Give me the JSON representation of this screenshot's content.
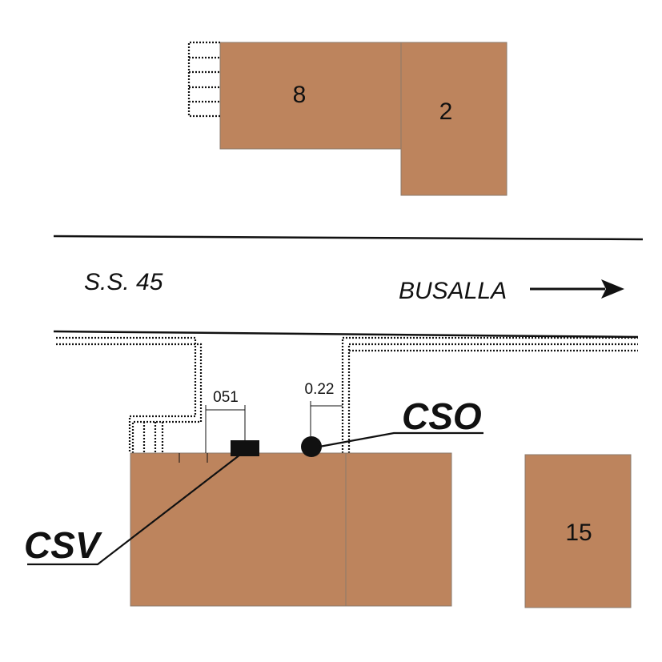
{
  "buildings": {
    "b8": "8",
    "b2": "2",
    "b15": "15"
  },
  "road": {
    "name": "S.S. 45",
    "direction": "BUSALLA"
  },
  "markers": {
    "csv": "CSV",
    "cso": "CSO"
  },
  "dimensions": {
    "csv_offset": "051",
    "cso_offset": "0.22"
  },
  "colors": {
    "building_fill": "#bd845d",
    "line": "#111111",
    "background": "#ffffff"
  }
}
